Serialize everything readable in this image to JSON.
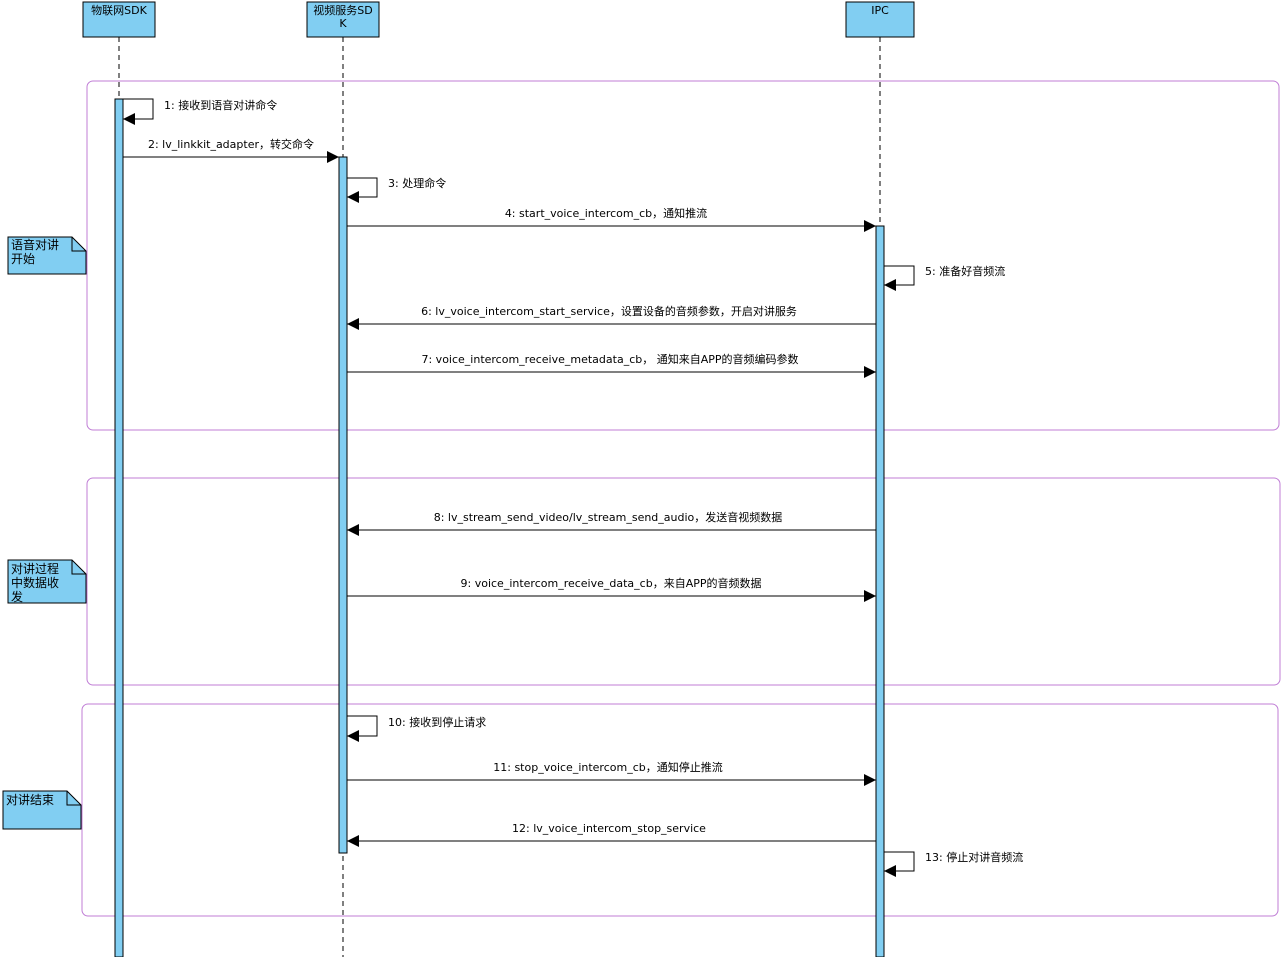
{
  "participants": [
    {
      "id": "iot",
      "line1": "物联网SDK",
      "line2": ""
    },
    {
      "id": "video",
      "line1": "视频服务SD",
      "line2": "K"
    },
    {
      "id": "ipc",
      "line1": "IPC",
      "line2": ""
    }
  ],
  "groups": [
    {
      "note_line1": "语音对讲",
      "note_line2": "开始",
      "note_line3": ""
    },
    {
      "note_line1": "对讲过程",
      "note_line2": "中数据收",
      "note_line3": "发"
    },
    {
      "note_line1": "对讲结束",
      "note_line2": "",
      "note_line3": ""
    }
  ],
  "messages": [
    {
      "label": "1: 接收到语音对讲命令"
    },
    {
      "label": "2: lv_linkkit_adapter，转交命令"
    },
    {
      "label": "3: 处理命令"
    },
    {
      "label": "4: start_voice_intercom_cb，通知推流"
    },
    {
      "label": "5: 准备好音频流"
    },
    {
      "label": "6: lv_voice_intercom_start_service，设置设备的音频参数，开启对讲服务"
    },
    {
      "label": "7: voice_intercom_receive_metadata_cb， 通知来自APP的音频编码参数"
    },
    {
      "label": "8: lv_stream_send_video/lv_stream_send_audio，发送音视频数据"
    },
    {
      "label": "9: voice_intercom_receive_data_cb，来自APP的音频数据"
    },
    {
      "label": "10: 接收到停止请求"
    },
    {
      "label": "11: stop_voice_intercom_cb，通知停止推流"
    },
    {
      "label": "12: lv_voice_intercom_stop_service"
    },
    {
      "label": "13: 停止对讲音频流"
    }
  ],
  "colors": {
    "participant_fill": "#81cef2",
    "activation_fill": "#81cef2",
    "group_border": "#c07ed6",
    "line": "#000000"
  }
}
